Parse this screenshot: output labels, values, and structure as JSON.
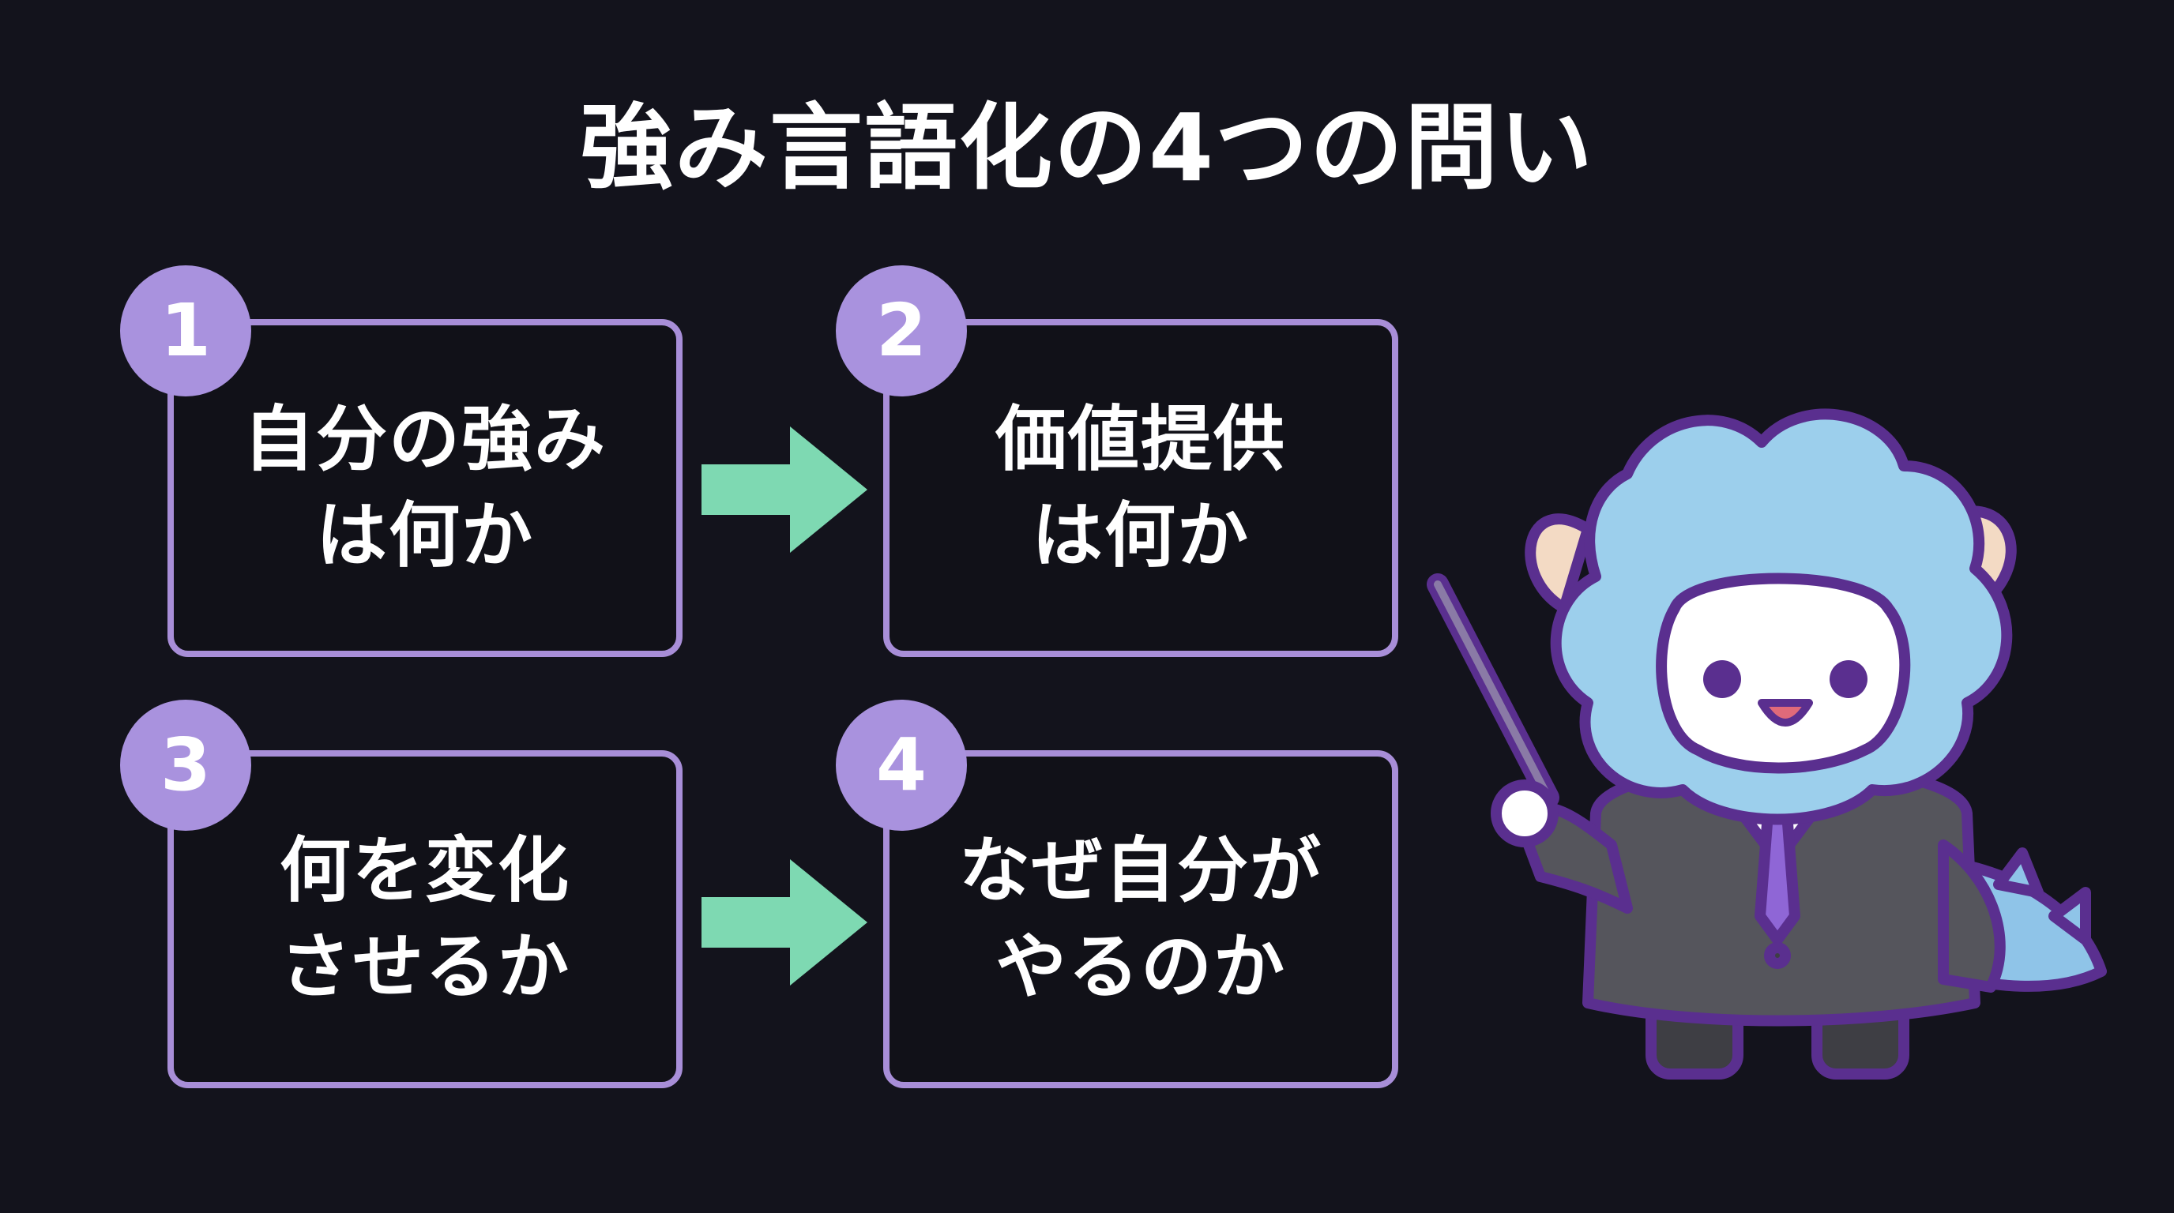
{
  "title": "強み言語化の4つの問い",
  "steps": [
    {
      "number": "1",
      "text": "自分の強み\nは何か"
    },
    {
      "number": "2",
      "text": "価値提供\nは何か"
    },
    {
      "number": "3",
      "text": "何を変化\nさせるか"
    },
    {
      "number": "4",
      "text": "なぜ自分が\nやるのか"
    }
  ],
  "colors": {
    "background": "#13131c",
    "card_border": "#a88ed8",
    "badge": "#a992de",
    "arrow": "#7ed9b2",
    "text": "#ffffff"
  },
  "icons": [
    "arrow-right-icon",
    "mascot-teacher-illustration"
  ]
}
